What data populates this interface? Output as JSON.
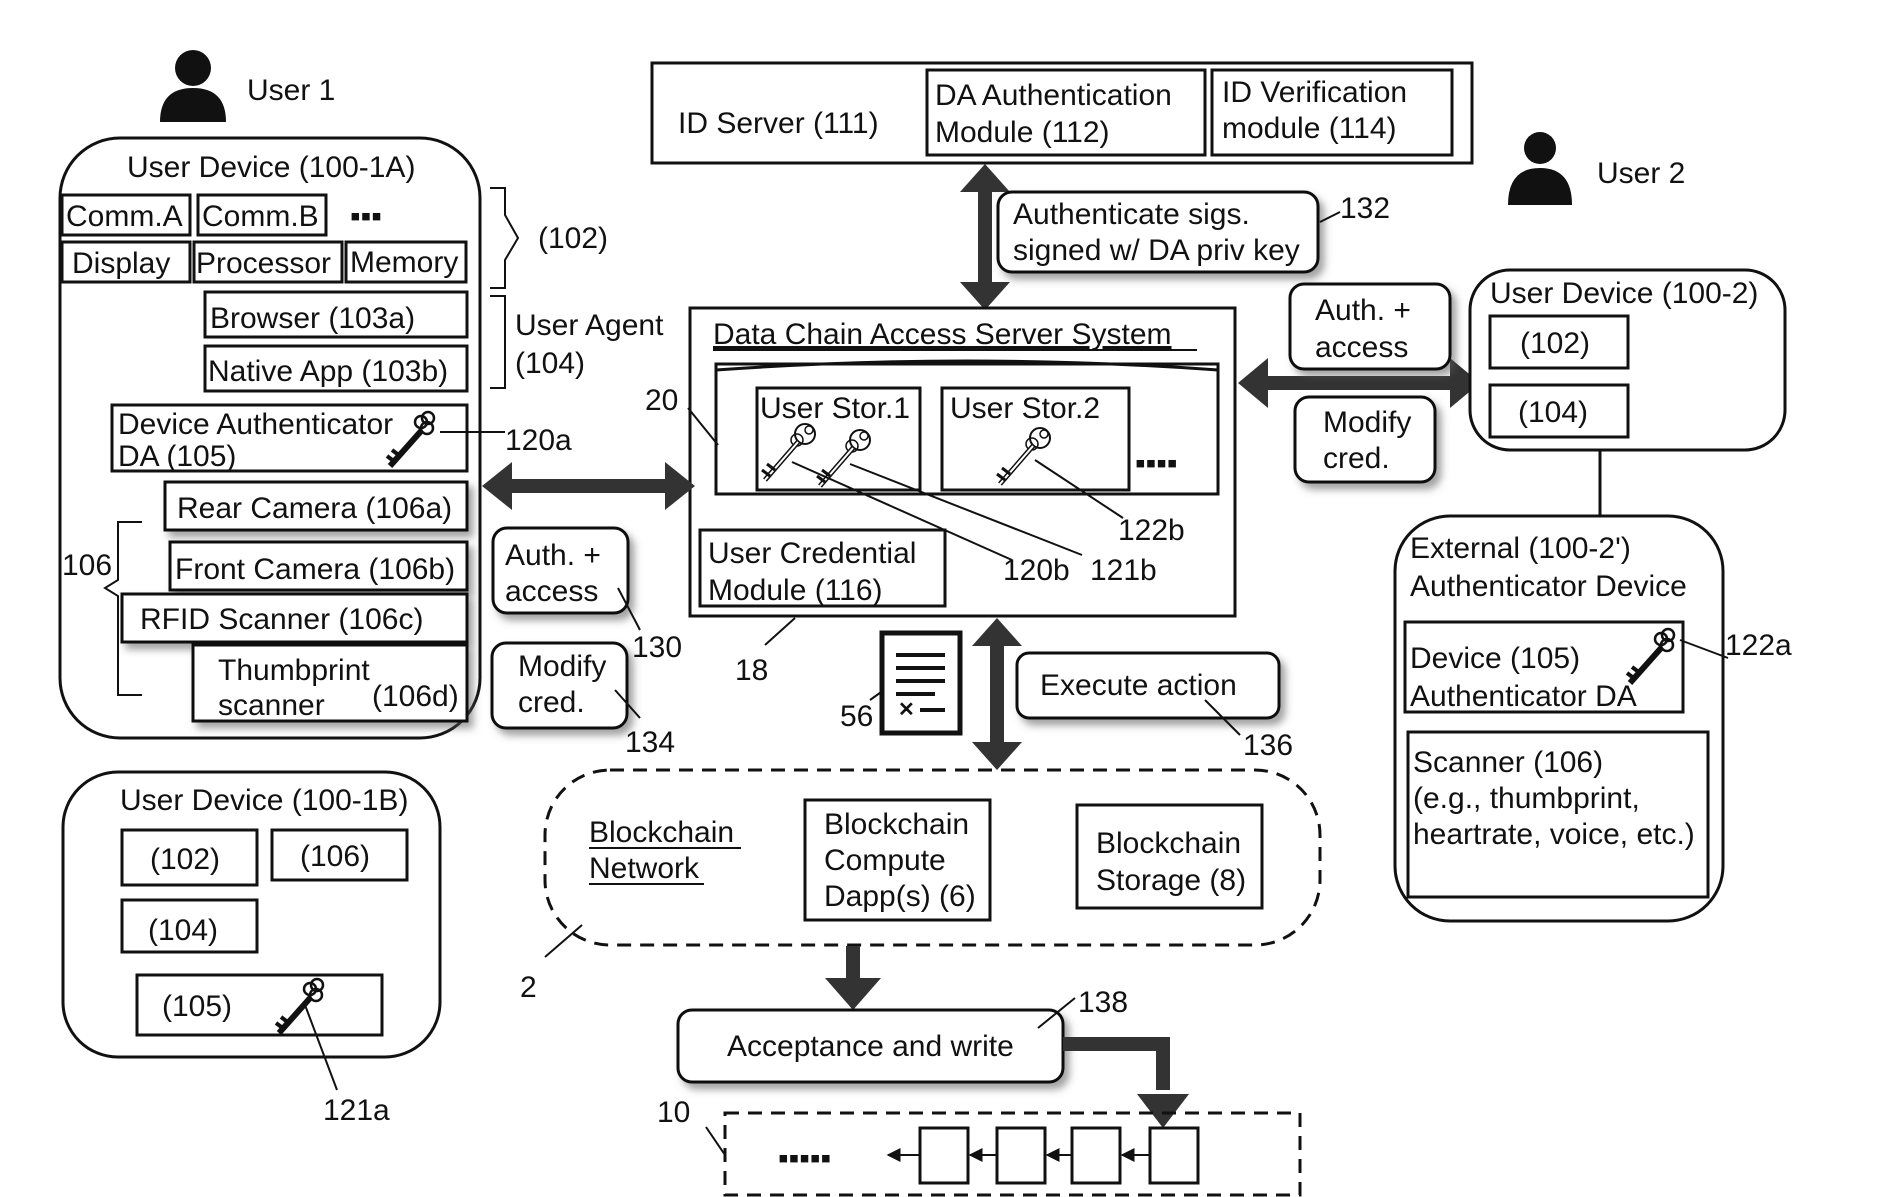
{
  "user1": "User 1",
  "user2": "User 2",
  "device1a": {
    "title": "User Device (100-1A)",
    "comm_a": "Comm.A",
    "comm_b": "Comm.B",
    "dots": "▪▪▪",
    "display": "Display",
    "processor": "Processor",
    "memory": "Memory",
    "browser": "Browser (103a)",
    "native": "Native App (103b)",
    "da_line1": "Device Authenticator",
    "da_line2": "DA (105)",
    "rear": "Rear Camera (106a)",
    "front": "Front Camera (106b)",
    "rfid": "RFID Scanner (106c)",
    "thumb1": "Thumbprint",
    "thumb2": "scanner",
    "thumb_ref": "(106d)"
  },
  "ref_102": "(102)",
  "user_agent": "User Agent",
  "ref_104": "(104)",
  "ref_106": "106",
  "ref_120a": "120a",
  "device1b": {
    "title": "User Device (100-1B)",
    "b102": "(102)",
    "b106": "(106)",
    "b104": "(104)",
    "b105": "(105)",
    "ref_121a": "121a"
  },
  "id_server": {
    "label": "ID Server (111)",
    "da_auth1": "DA Authentication",
    "da_auth2": "Module (112)",
    "idv1": "ID Verification",
    "idv2": "module (114)"
  },
  "auth_sigs1": "Authenticate sigs.",
  "auth_sigs2": "signed w/ DA priv key",
  "ref_132": "132",
  "dcas": {
    "title": "Data Chain Access Server System",
    "stor1": "User Stor.1",
    "stor2": "User Stor.2",
    "dots": "▪▪▪▪",
    "ucm1": "User Credential",
    "ucm2": "Module (116)",
    "ref_20": "20",
    "ref_18": "18",
    "ref_120b": "120b",
    "ref_121b": "121b",
    "ref_122b": "122b"
  },
  "left_auth1": "Auth. +",
  "left_auth2": "access",
  "ref_130": "130",
  "left_mod1": "Modify",
  "left_mod2": "cred.",
  "ref_134": "134",
  "right_auth1": "Auth. +",
  "right_auth2": "access",
  "right_mod1": "Modify",
  "right_mod2": "cred.",
  "device2": {
    "title": "User Device (100-2)",
    "d102": "(102)",
    "d104": "(104)"
  },
  "ext": {
    "title1": "External (100-2')",
    "title2": "Authenticator Device",
    "dev1": "Device (105)",
    "dev2": "Authenticator DA",
    "ref_122a": "122a",
    "scan1": "Scanner (106)",
    "scan2": "(e.g., thumbprint,",
    "scan3": "heartrate, voice, etc.)"
  },
  "ref_56": "56",
  "execute": "Execute action",
  "ref_136": "136",
  "blockchain": {
    "net1": "Blockchain",
    "net2": "Network",
    "comp1": "Blockchain",
    "comp2": "Compute",
    "comp3": "Dapp(s) (6)",
    "stor1": "Blockchain",
    "stor2": "Storage (8)",
    "ref_2": "2"
  },
  "accept": "Acceptance and write",
  "ref_138": "138",
  "ref_10": "10",
  "chain_dots": "▪▪▪▪▪"
}
